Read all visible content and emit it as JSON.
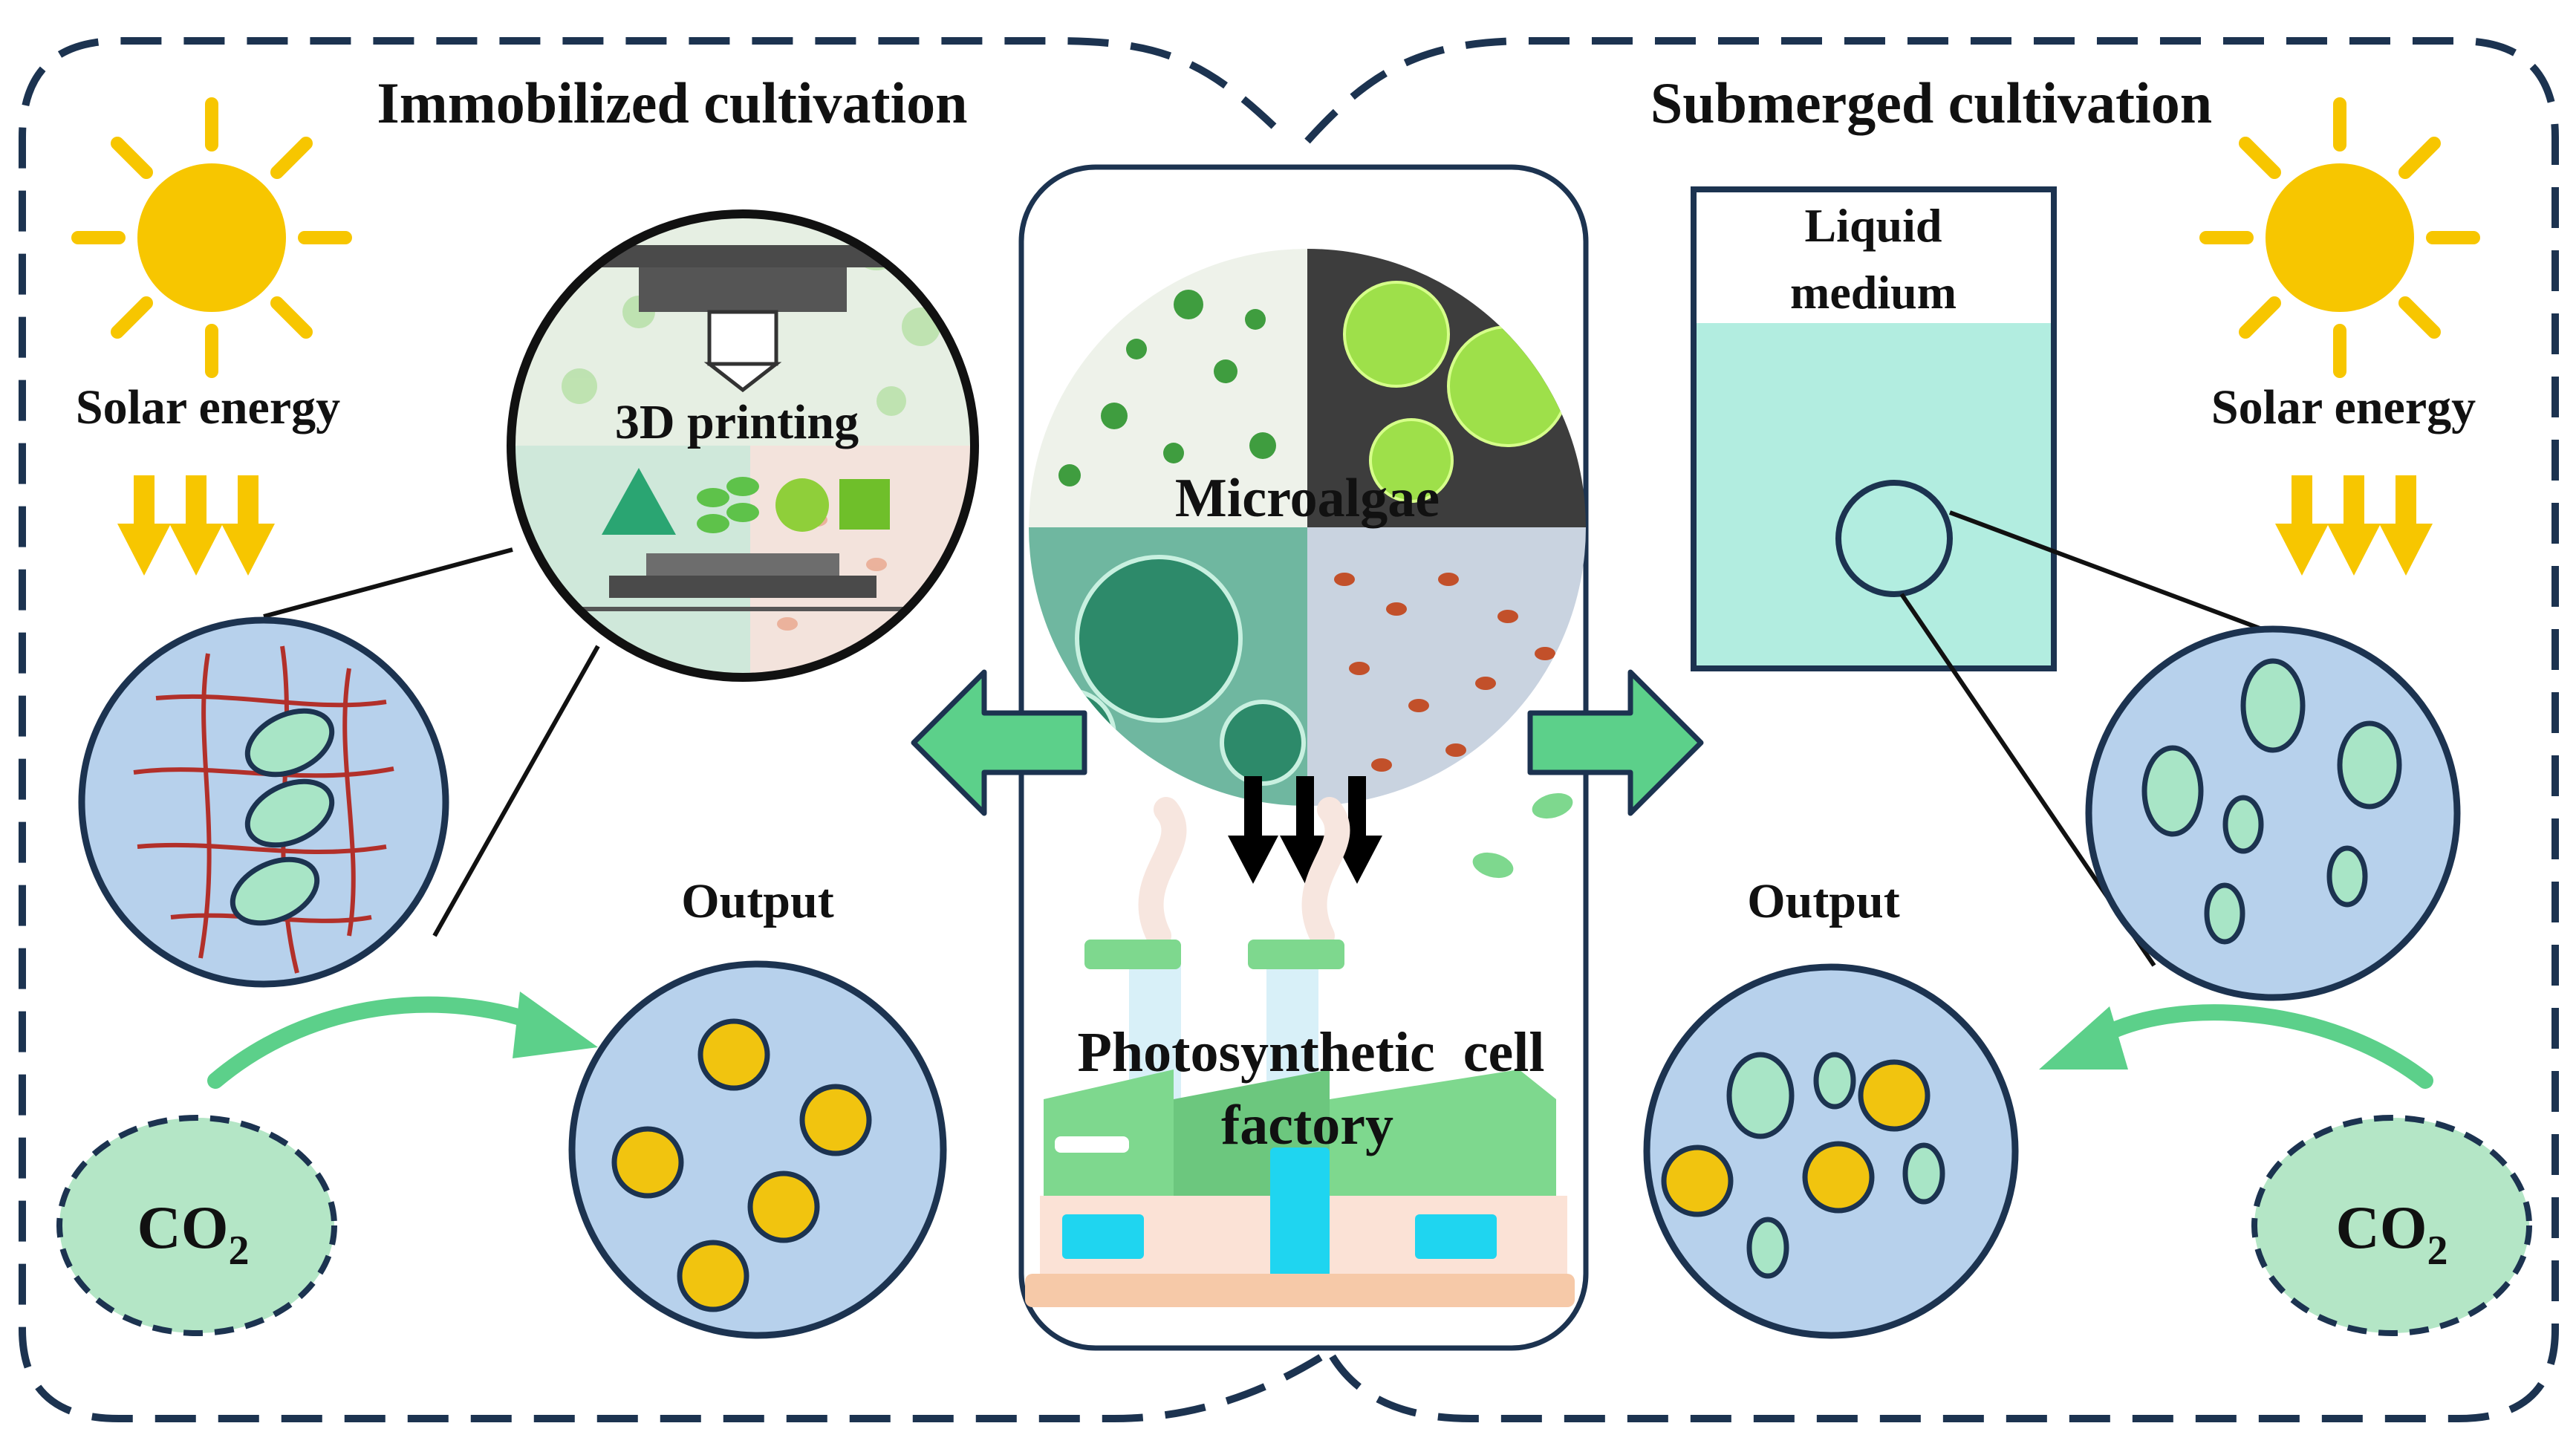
{
  "left_panel": {
    "title": "Immobilized cultivation",
    "solar_label": "Solar energy",
    "printing_label": "3D printing",
    "output_label": "Output",
    "co2_main": "CO",
    "co2_sub": "2"
  },
  "right_panel": {
    "title": "Submerged cultivation",
    "solar_label": "Solar energy",
    "tank_label_line1": "Liquid",
    "tank_label_line2": "medium",
    "output_label": "Output",
    "co2_main": "CO",
    "co2_sub": "2"
  },
  "center_panel": {
    "microalgae_label": "Microalgae",
    "factory_label_line1": "Photosynthetic  cell",
    "factory_label_line2": "factory"
  },
  "colors": {
    "frame_dashed": "#1c3350",
    "sun": "#f7c600",
    "arrow_green": "#5cd08a",
    "bubble_blue": "#b7d1ec",
    "cell_green": "#a8e5c6",
    "output_yellow": "#f1c40f",
    "co2_fill": "#b4e6c6",
    "tank_liquid": "#b2ede0"
  }
}
